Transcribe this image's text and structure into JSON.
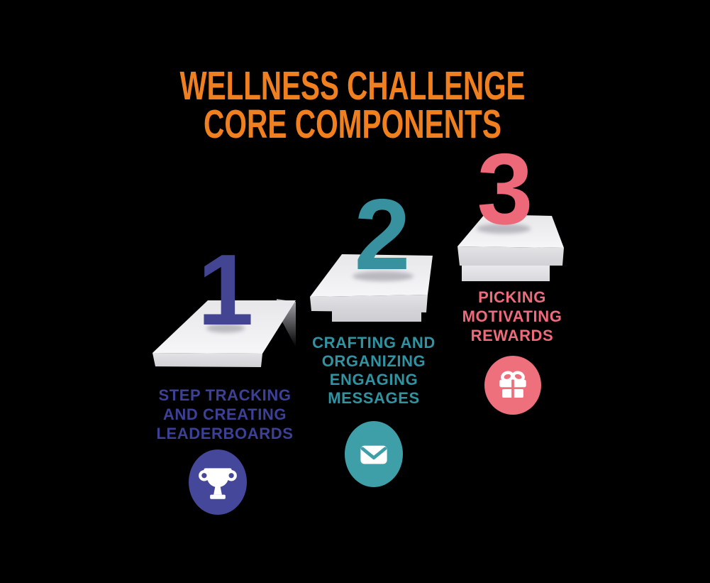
{
  "background_color": "#000000",
  "title": {
    "line1": "WELLNESS CHALLENGE",
    "line2": "CORE COMPONENTS",
    "color": "#F0801F"
  },
  "steps": [
    {
      "number": "1",
      "number_color": "#434593",
      "label_lines": [
        "STEP TRACKING",
        "AND CREATING",
        "LEADERBOARDS"
      ],
      "label_color": "#3D4195",
      "badge_color": "#45489A",
      "icon": "trophy-icon"
    },
    {
      "number": "2",
      "number_color": "#38919F",
      "label_lines": [
        "CRAFTING AND",
        "ORGANIZING",
        "ENGAGING",
        "MESSAGES"
      ],
      "label_color": "#2F93A2",
      "badge_color": "#3E9FA9",
      "icon": "envelope-icon"
    },
    {
      "number": "3",
      "number_color": "#ED6878",
      "label_lines": [
        "PICKING",
        "MOTIVATING",
        "REWARDS"
      ],
      "label_color": "#EE6B7B",
      "badge_color": "#EE707C",
      "icon": "gift-icon"
    }
  ],
  "podium_colors": {
    "top_face_light": "#F6F6F8",
    "top_face_dark": "#E7E7EA",
    "front_face_light": "#E3E3E6",
    "front_face_dark": "#D2D2D6",
    "pedestal": "#D6D6D9",
    "pedestal_light": "#ECECEF",
    "side_shadow": "#B2B2B8"
  }
}
